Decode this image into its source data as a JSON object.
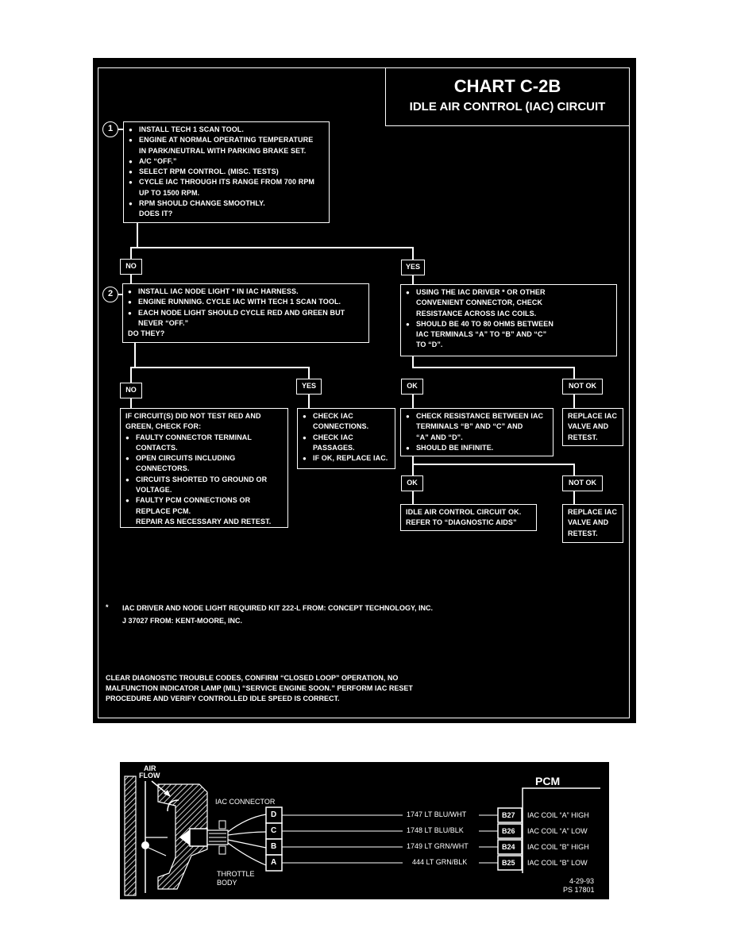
{
  "chart": {
    "title": "CHART C-2B",
    "subtitle": "IDLE AIR CONTROL (IAC) CIRCUIT",
    "step1": {
      "num": "1",
      "lines": [
        {
          "t": "INSTALL TECH 1 SCAN TOOL.",
          "b": true
        },
        {
          "t": "ENGINE AT NORMAL OPERATING TEMPERATURE",
          "b": true
        },
        {
          "t": "IN PARK/NEUTRAL WITH PARKING BRAKE SET.",
          "b": false
        },
        {
          "t": "A/C “OFF.”",
          "b": true
        },
        {
          "t": "SELECT RPM CONTROL. (MISC. TESTS)",
          "b": true
        },
        {
          "t": "CYCLE IAC THROUGH ITS RANGE FROM 700 RPM",
          "b": true
        },
        {
          "t": "UP TO 1500 RPM.",
          "b": false
        },
        {
          "t": "RPM SHOULD CHANGE SMOOTHLY.",
          "b": true
        },
        {
          "t": "DOES IT?",
          "b": false
        }
      ]
    },
    "step2": {
      "num": "2",
      "lines": [
        {
          "t": "INSTALL IAC NODE LIGHT * IN IAC HARNESS.",
          "b": true
        },
        {
          "t": "ENGINE RUNNING. CYCLE IAC WITH TECH 1 SCAN TOOL.",
          "b": true
        },
        {
          "t": "EACH NODE LIGHT SHOULD CYCLE RED AND GREEN BUT",
          "b": true
        },
        {
          "t": "NEVER “OFF.”",
          "b": false
        },
        {
          "t": "DO THEY?",
          "b": "none"
        }
      ]
    },
    "yes_a": {
      "lines": [
        {
          "t": "USING THE IAC DRIVER * OR OTHER",
          "b": true
        },
        {
          "t": "CONVENIENT CONNECTOR, CHECK",
          "b": false
        },
        {
          "t": "RESISTANCE ACROSS IAC COILS.",
          "b": false
        },
        {
          "t": "SHOULD BE 40 TO 80 OHMS BETWEEN",
          "b": true
        },
        {
          "t": "IAC TERMINALS “A” TO “B” AND “C”",
          "b": false
        },
        {
          "t": "TO “D”.",
          "b": false
        }
      ]
    },
    "no_b": {
      "lines": [
        {
          "t": "IF CIRCUIT(S) DID NOT TEST RED AND",
          "b": "none"
        },
        {
          "t": "GREEN, CHECK FOR:",
          "b": "none"
        },
        {
          "t": "FAULTY CONNECTOR TERMINAL",
          "b": true
        },
        {
          "t": "CONTACTS.",
          "b": false
        },
        {
          "t": "OPEN CIRCUITS INCLUDING",
          "b": true
        },
        {
          "t": "CONNECTORS.",
          "b": false
        },
        {
          "t": "CIRCUITS SHORTED TO GROUND OR",
          "b": true
        },
        {
          "t": "VOLTAGE.",
          "b": false
        },
        {
          "t": "FAULTY PCM CONNECTIONS OR",
          "b": true
        },
        {
          "t": "REPLACE PCM.",
          "b": false
        },
        {
          "t": "REPAIR AS NECESSARY AND RETEST.",
          "b": false
        }
      ]
    },
    "yes_b": {
      "lines": [
        {
          "t": "CHECK IAC",
          "b": true
        },
        {
          "t": "CONNECTIONS.",
          "b": false
        },
        {
          "t": "CHECK IAC",
          "b": true
        },
        {
          "t": "PASSAGES.",
          "b": false
        },
        {
          "t": "IF OK, REPLACE IAC.",
          "b": true
        }
      ]
    },
    "ok_a": {
      "lines": [
        {
          "t": "CHECK RESISTANCE BETWEEN IAC",
          "b": true
        },
        {
          "t": "TERMINALS “B” AND “C” AND",
          "b": false
        },
        {
          "t": "“A” AND “D”.",
          "b": false
        },
        {
          "t": "SHOULD BE INFINITE.",
          "b": true
        }
      ]
    },
    "notok_a": {
      "lines": [
        {
          "t": "REPLACE IAC",
          "b": "none"
        },
        {
          "t": "VALVE AND",
          "b": "none"
        },
        {
          "t": "RETEST.",
          "b": "none"
        }
      ]
    },
    "ok_b": {
      "lines": [
        {
          "t": "IDLE AIR CONTROL CIRCUIT OK.",
          "b": "none"
        },
        {
          "t": "REFER TO “DIAGNOSTIC AIDS”",
          "b": "none"
        }
      ]
    },
    "notok_b": {
      "lines": [
        {
          "t": "REPLACE IAC",
          "b": "none"
        },
        {
          "t": "VALVE AND",
          "b": "none"
        },
        {
          "t": "RETEST.",
          "b": "none"
        }
      ]
    },
    "labels": {
      "no": "NO",
      "yes": "YES",
      "ok": "OK",
      "notok": "NOT OK"
    },
    "footnote_star": "*",
    "footnote1": "IAC DRIVER AND NODE LIGHT REQUIRED KIT 222-L FROM: CONCEPT TECHNOLOGY, INC.",
    "footnote2": "J 37027 FROM: KENT-MOORE, INC.",
    "clear": [
      "CLEAR DIAGNOSTIC TROUBLE CODES, CONFIRM “CLOSED LOOP” OPERATION, NO",
      "MALFUNCTION INDICATOR LAMP (MIL) “SERVICE ENGINE SOON.” PERFORM IAC RESET",
      "PROCEDURE AND VERIFY CONTROLLED IDLE SPEED IS CORRECT."
    ]
  },
  "wiring": {
    "air_flow": [
      "AIR",
      "FLOW"
    ],
    "connector_label": "IAC CONNECTOR",
    "pcm_label": "PCM",
    "throttle_body": [
      "THROTTLE",
      "BODY"
    ],
    "rows": [
      {
        "pin": "D",
        "wire": "1747 LT BLU/WHT",
        "term": "B27",
        "desc": "IAC COIL “A” HIGH"
      },
      {
        "pin": "C",
        "wire": "1748 LT BLU/BLK",
        "term": "B26",
        "desc": "IAC COIL “A” LOW"
      },
      {
        "pin": "B",
        "wire": "1749 LT GRN/WHT",
        "term": "B24",
        "desc": "IAC COIL “B” HIGH"
      },
      {
        "pin": "A",
        "wire": "444 LT GRN/BLK",
        "term": "B25",
        "desc": "IAC COIL “B” LOW"
      }
    ],
    "ref": [
      "4-29-93",
      "PS 17801"
    ]
  }
}
